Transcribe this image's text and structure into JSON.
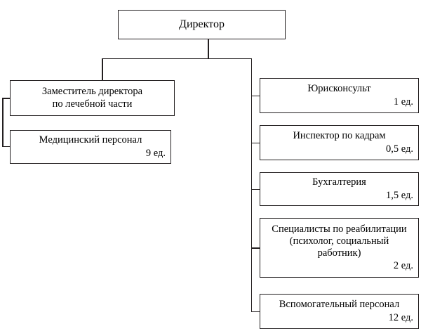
{
  "diagram": {
    "type": "organizational-chart",
    "language": "ru",
    "unit_label": "ед.",
    "line_color": "#231f20",
    "background": "#ffffff",
    "root": {
      "id": "director",
      "title": "Директор",
      "count": ""
    },
    "left_branch": [
      {
        "id": "deputy-director-medical",
        "title": "Заместитель директора\nпо лечебной части",
        "count": ""
      },
      {
        "id": "medical-staff",
        "title": "Медицинский персонал",
        "count": "9 ед."
      }
    ],
    "right_branch": [
      {
        "id": "legal-counsel",
        "title": "Юрисконсульт",
        "count": "1 ед."
      },
      {
        "id": "hr-inspector",
        "title": "Инспектор по кадрам",
        "count": "0,5 ед."
      },
      {
        "id": "accounting",
        "title": "Бухгалтерия",
        "count": "1,5 ед."
      },
      {
        "id": "rehabilitation-specialists",
        "title": "Специалисты по реабилитации\n(психолог, социальный\nработник)",
        "count": "2 ед."
      },
      {
        "id": "support-staff",
        "title": "Вспомогательный персонал",
        "count": "12 ед."
      }
    ]
  }
}
